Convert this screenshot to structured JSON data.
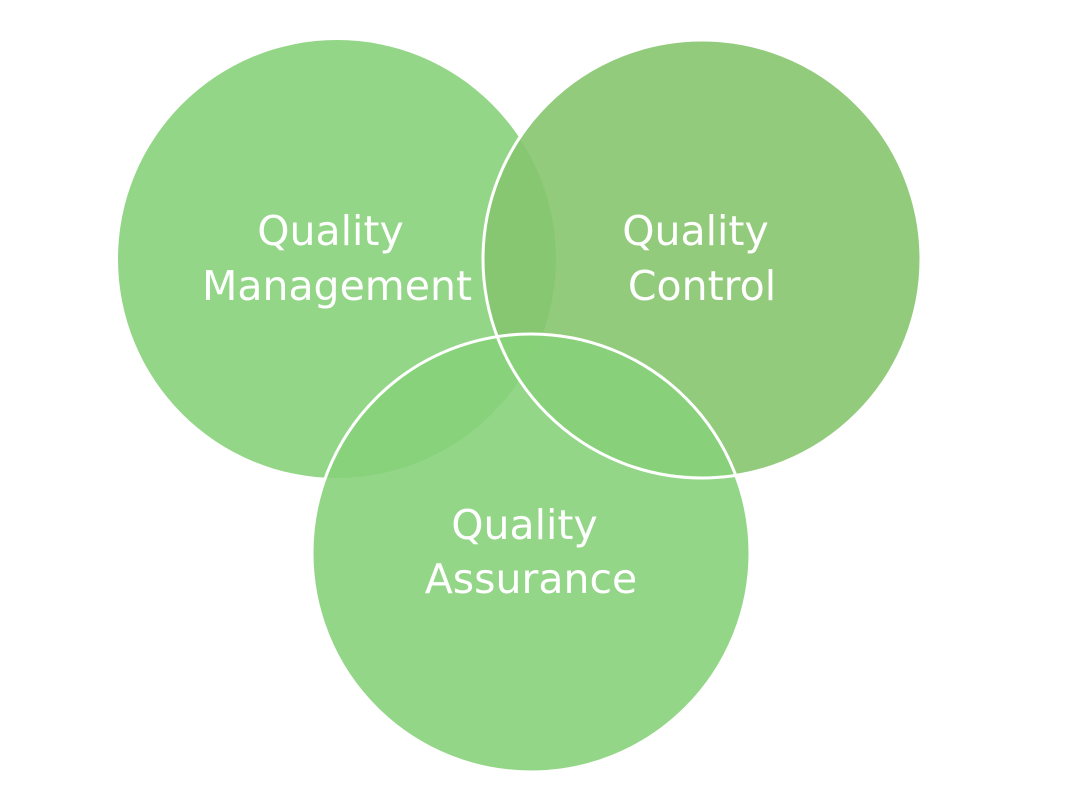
{
  "diagram": {
    "type": "venn",
    "sets": [
      {
        "id": "management",
        "line1": "Quality",
        "line2": "Management",
        "fill": "#87d17a"
      },
      {
        "id": "control",
        "line1": "Quality",
        "line2": "Control",
        "fill": "#87c56f"
      },
      {
        "id": "assurance",
        "line1": "Quality",
        "line2": "Assurance",
        "fill": "#87d17a"
      }
    ],
    "overlap_colors": {
      "management_control": "#5db954",
      "management_assurance": "#5bc450",
      "control_assurance": "#62b94f",
      "center": "#44ac2c"
    },
    "outline_color": "#ffffff"
  }
}
